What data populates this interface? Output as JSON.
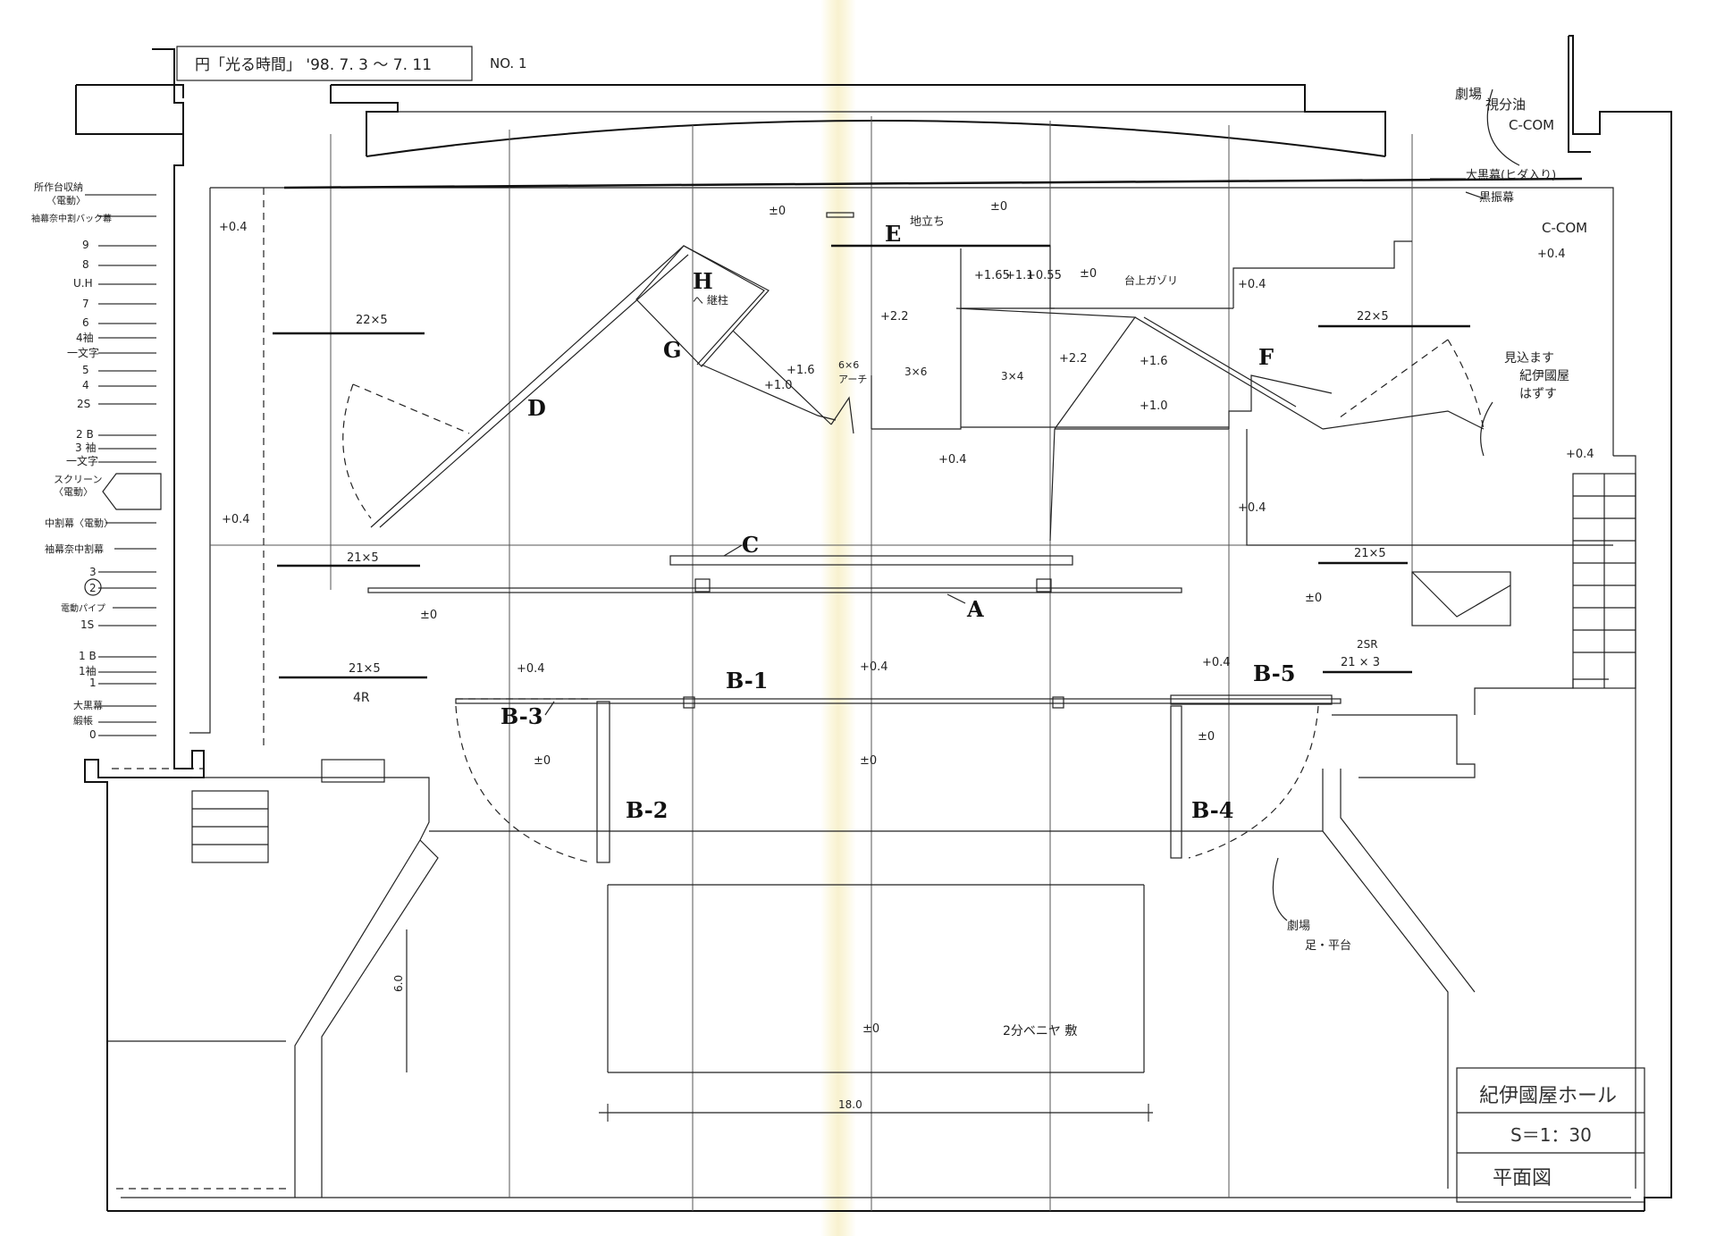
{
  "header": {
    "title": "円「光る時間」 '98. 7. 3 ～ 7. 11",
    "sheet_no": "NO. 1"
  },
  "title_block": {
    "hall_name": "紀伊國屋ホール",
    "scale": "S＝1：30",
    "drawing_type": "平面図"
  },
  "fly_bars": [
    "所作台収納",
    "〈電動〉",
    "袖幕奈中割バック幕",
    "9",
    "8",
    "U.H",
    "7",
    "6",
    "4袖",
    "一文字",
    "5",
    "4",
    "2S",
    "2 B",
    "3 袖",
    "一文字",
    "スクリーン",
    "〈電動〉",
    "中割幕〈電動〉",
    "袖幕奈中割幕",
    "3",
    "2",
    "電動パイプ",
    "1S",
    "1 B",
    "1袖",
    "1",
    "大黒幕",
    "緞帳",
    "0"
  ],
  "set_labels": {
    "A": "A",
    "B1": "B-1",
    "B2": "B-2",
    "B3": "B-3",
    "B4": "B-4",
    "B5": "B-5",
    "C": "C",
    "D": "D",
    "E": "E",
    "F": "F",
    "G": "G",
    "H": "H"
  },
  "levels": {
    "upper_left": "+0.4",
    "mid_left": "+0.4",
    "floor_pm0": "±0",
    "plus04": "+0.4",
    "p22": "+2.2",
    "p16": "+1.6",
    "p10": "+1.0",
    "p165": "+1.65",
    "p11": "+1.1",
    "p055": "+0.55"
  },
  "dims": {
    "d22x5": "22×5",
    "d21x5": "21×5",
    "d21x3": "21 × 3",
    "d3x6": "3×6",
    "d3x4": "3×4",
    "d6x6": "6×6",
    "width_18": "18.0",
    "depth_6": "6.0"
  },
  "notes": {
    "theatre_scrim": "劇場 ",
    "color_scrim": "視分油 ",
    "c_com": "C-COM",
    "c_com2": "C-COM",
    "daikoku_makureda": "大黒幕(ヒダ入り)",
    "kurobiraki": "黒振幕",
    "miekomu": "見込ます",
    "kinokuniya_wall": "紀伊國屋",
    "hazusu": "はずす",
    "jiitachi": "地立ち",
    "ashizuke": "へ 継柱",
    "dai_ue": "台上ガゾリ",
    "arch": "アーチ",
    "theatre_stage": "劇場",
    "ashi_hira": "足・平台",
    "plywood": "2分ベニヤ 敷",
    "screen_2sr": "2SR",
    "w4r": "4R"
  }
}
